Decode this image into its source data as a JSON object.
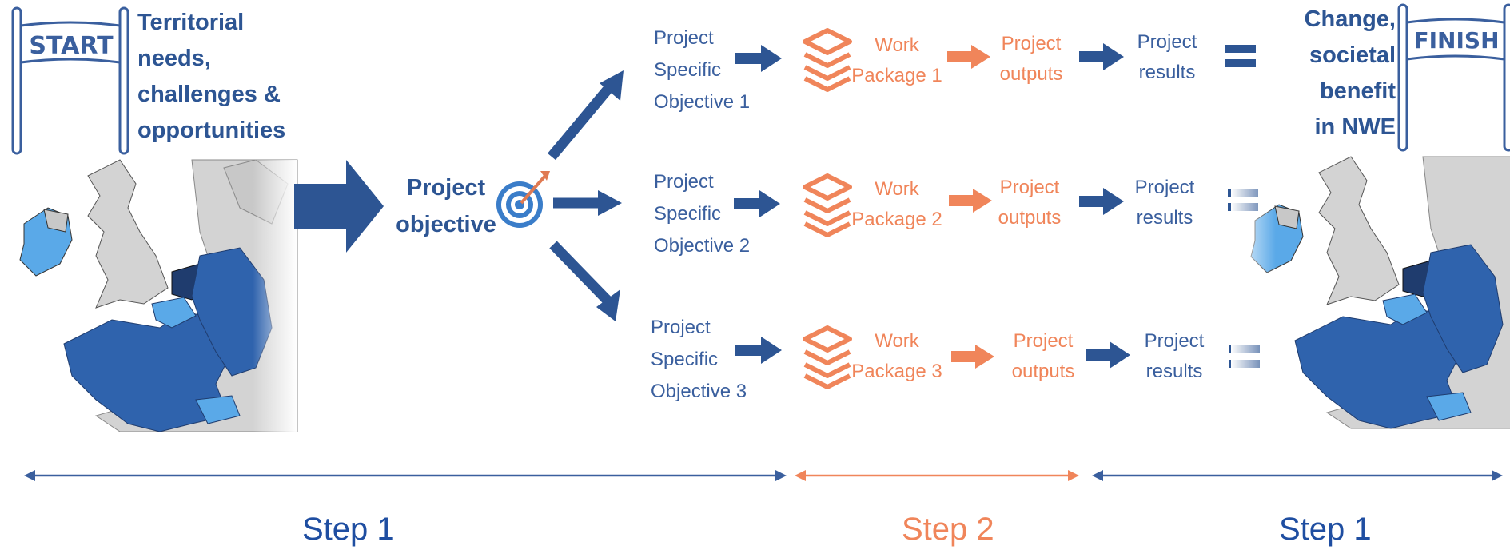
{
  "start": {
    "sign_label": "START",
    "text_lines": [
      "Territorial",
      "needs,",
      "challenges &",
      "opportunities"
    ]
  },
  "finish": {
    "sign_label": "FINISH",
    "text_lines": [
      "Change,",
      "societal",
      "benefit",
      "in NWE"
    ]
  },
  "project_objective": {
    "line1": "Project",
    "line2": "objective"
  },
  "rows": [
    {
      "specific": [
        "Project",
        "Specific",
        "Objective 1"
      ],
      "work_package": [
        "Work",
        "Package 1"
      ],
      "outputs": [
        "Project",
        "outputs"
      ],
      "results": [
        "Project",
        "results"
      ]
    },
    {
      "specific": [
        "Project",
        "Specific",
        "Objective 2"
      ],
      "work_package": [
        "Work",
        "Package 2"
      ],
      "outputs": [
        "Project",
        "outputs"
      ],
      "results": [
        "Project",
        "results"
      ]
    },
    {
      "specific": [
        "Project",
        "Specific",
        "Objective 3"
      ],
      "work_package": [
        "Work",
        "Package 3"
      ],
      "outputs": [
        "Project",
        "outputs"
      ],
      "results": [
        "Project",
        "results"
      ]
    }
  ],
  "steps": [
    {
      "label": "Step 1",
      "color": "#1f4ea1"
    },
    {
      "label": "Step 2",
      "color": "#f0855a"
    },
    {
      "label": "Step 1",
      "color": "#1f4ea1"
    }
  ],
  "colors": {
    "blue": "#2d5593",
    "orange": "#f0855a",
    "map_dark": "#1f3c6e",
    "map_mid": "#2f63ad",
    "map_light": "#5aa9e8",
    "map_grey": "#d3d3d3"
  }
}
